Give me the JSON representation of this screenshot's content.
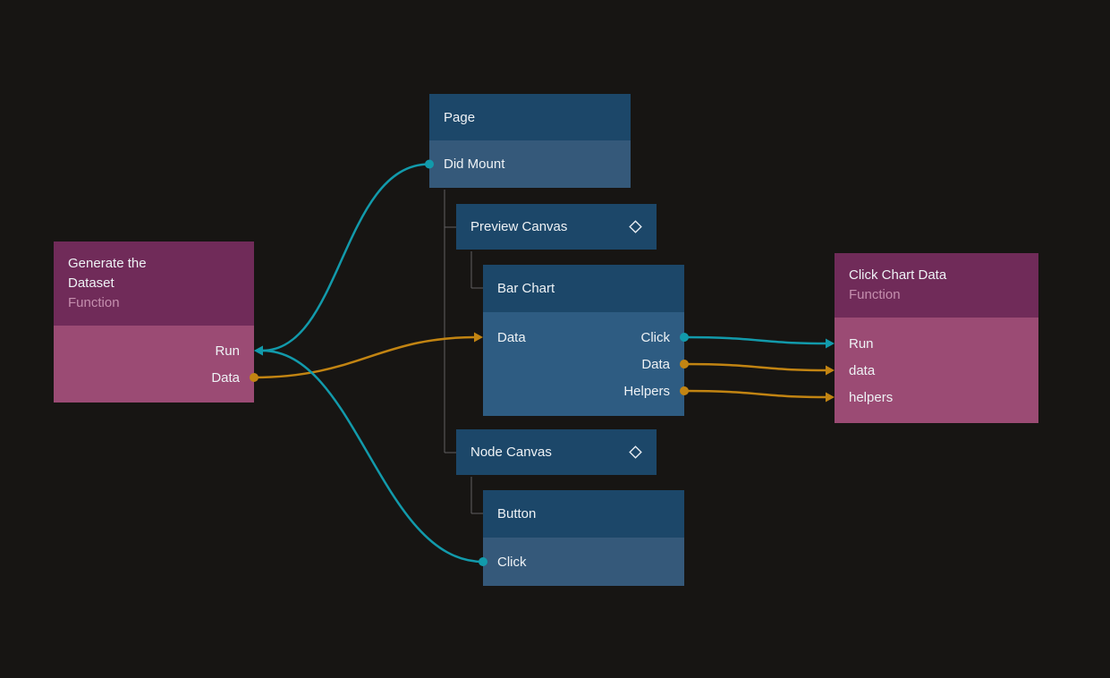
{
  "canvas": {
    "background": "#171513"
  },
  "colors": {
    "teal": "#129aab",
    "orange": "#c28412",
    "tree_line": "#606060",
    "blue_header": "#1c4769",
    "blue_row": "#35597a",
    "blue_body": "#2e5c82",
    "purple_header": "#702b59",
    "purple_body": "#9b4b74",
    "subtitle_text": "#c58fae"
  },
  "nodes": {
    "page": {
      "title": "Page",
      "signals": [
        {
          "label": "Did Mount"
        }
      ]
    },
    "preview_canvas": {
      "title": "Preview Canvas",
      "icon": "diamond-icon"
    },
    "bar_chart": {
      "title": "Bar Chart",
      "inputs": [
        {
          "label": "Data"
        }
      ],
      "outputs": [
        {
          "label": "Click"
        },
        {
          "label": "Data"
        },
        {
          "label": "Helpers"
        }
      ]
    },
    "node_canvas": {
      "title": "Node Canvas",
      "icon": "diamond-icon"
    },
    "button": {
      "title": "Button",
      "signals": [
        {
          "label": "Click"
        }
      ]
    },
    "generate": {
      "title": "Generate the Dataset",
      "subtitle": "Function",
      "ports": [
        {
          "label": "Run"
        },
        {
          "label": "Data"
        }
      ]
    },
    "click_chart_data": {
      "title": "Click Chart Data",
      "subtitle": "Function",
      "inputs": [
        {
          "label": "Run"
        },
        {
          "label": "data"
        },
        {
          "label": "helpers"
        }
      ]
    }
  },
  "connections": [
    {
      "from": "page.didMount",
      "to": "generate.run",
      "color": "teal"
    },
    {
      "from": "generate.data",
      "to": "barchart.data_in",
      "color": "orange"
    },
    {
      "from": "barchart.click",
      "to": "clickchart.run",
      "color": "teal"
    },
    {
      "from": "barchart.data_out",
      "to": "clickchart.data",
      "color": "orange"
    },
    {
      "from": "barchart.helpers",
      "to": "clickchart.helpers",
      "color": "orange"
    },
    {
      "from": "button.click",
      "to": "generate.run",
      "color": "teal"
    }
  ],
  "tree": [
    {
      "parent": "node-page",
      "children": [
        "node-preview",
        "node-nodecanvas"
      ]
    },
    {
      "parent": "node-preview",
      "children": [
        "node-barchart"
      ]
    },
    {
      "parent": "node-nodecanvas",
      "children": [
        "node-button"
      ]
    }
  ]
}
